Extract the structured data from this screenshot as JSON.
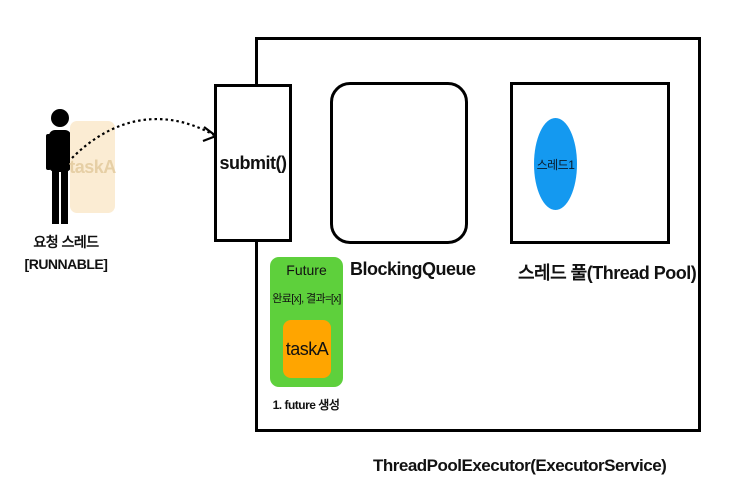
{
  "requester": {
    "name": "요청 스레드",
    "state": "[RUNNABLE]",
    "held_task": "taskA"
  },
  "executor": {
    "title": "ThreadPoolExecutor(ExecutorService)",
    "submit_label": "submit()",
    "queue_label": "BlockingQueue",
    "pool_label": "스레드 풀(Thread Pool)",
    "pool_threads": [
      "스레드1"
    ]
  },
  "future": {
    "title": "Future",
    "status": "완료[x], 결과=[x]",
    "task": "taskA",
    "caption": "1. future 생성"
  },
  "colors": {
    "future_bg": "#5ed03c",
    "task_bg": "#ffa500",
    "faded_task_bg": "#fbecd3",
    "thread_circle": "#1499f0"
  }
}
